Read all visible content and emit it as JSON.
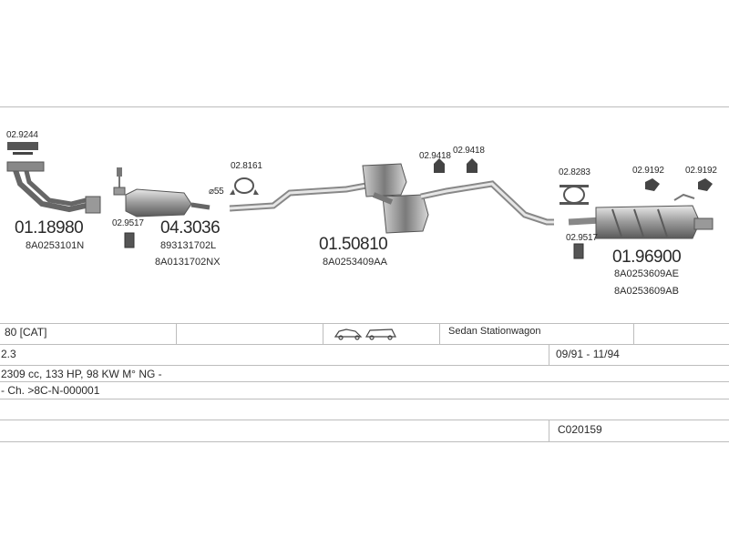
{
  "parts": {
    "clamp_top_left": "02.9244",
    "downpipe_no": "01.18980",
    "downpipe_oe": "8A0253101N",
    "gasket_small": "02.9517",
    "cat_no": "04.3036",
    "cat_oe1": "893131702L",
    "cat_oe2": "8A0131702NX",
    "ring_mid": "02.8161",
    "diameter": "⌀55",
    "hanger_a": "02.9418",
    "hanger_b": "02.9418",
    "mid_no": "01.50810",
    "mid_oe": "8A0253409AA",
    "ring_right": "02.8283",
    "hanger_c": "02.9192",
    "hanger_d": "02.9192",
    "gasket_right": "02.9517",
    "rear_no": "01.96900",
    "rear_oe1": "8A0253609AE",
    "rear_oe2": "8A0253609AB"
  },
  "table": {
    "model": "80  [CAT]",
    "body_types": "Sedan  Stationwagon",
    "engine": "2.3",
    "years": "09/91 - 11/94",
    "specs": "2309 cc, 133 HP, 98 KW M° NG -",
    "chassis": "- Ch. >8C-N-000001",
    "code": "C020159"
  },
  "colors": {
    "line": "#bdbdbd",
    "part": "#888888",
    "ink": "#2a2a2a"
  }
}
